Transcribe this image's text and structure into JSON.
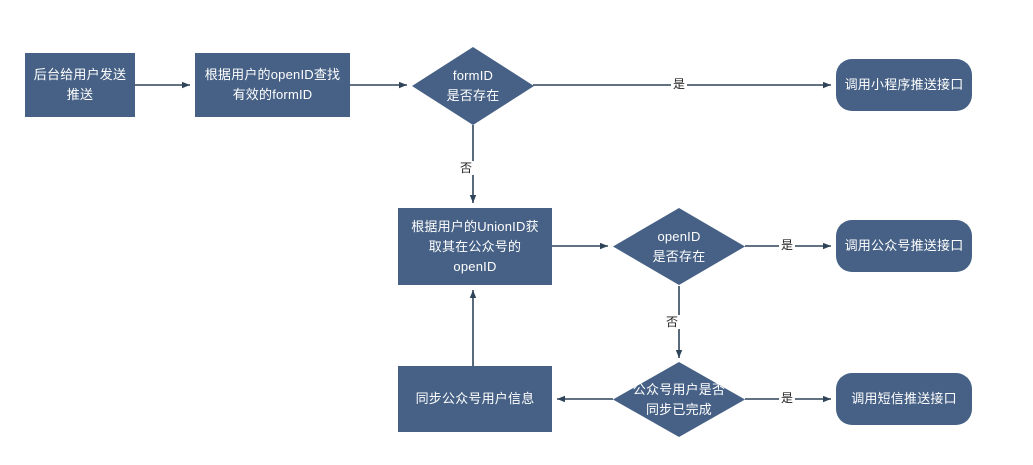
{
  "diagram": {
    "title": "push-notification-flowchart",
    "colors": {
      "node_fill": "#466185",
      "node_text": "#ffffff",
      "edge_line": "#2f4458",
      "background": "#ffffff",
      "edge_label_text": "#1d1d1d"
    },
    "nodes": [
      {
        "id": "start",
        "shape": "rect",
        "lines": [
          "后台给用户发送",
          "推送"
        ],
        "text": "后台给用户发送推送"
      },
      {
        "id": "find-formid",
        "shape": "rect",
        "lines": [
          "根据用户的openID查找",
          "有效的formID"
        ],
        "text": "根据用户的openID查找有效的formID"
      },
      {
        "id": "formid-exists",
        "shape": "diamond",
        "lines": [
          "formID",
          "是否存在"
        ],
        "text": "formID是否存在"
      },
      {
        "id": "call-miniprogram-push",
        "shape": "rounded",
        "lines": [
          "调用小程序推送接口"
        ],
        "text": "调用小程序推送接口"
      },
      {
        "id": "get-openid-by-unionid",
        "shape": "rect",
        "lines": [
          "根据用户的UnionID获",
          "取其在公众号的",
          "openID"
        ],
        "text": "根据用户的UnionID获取其在公众号的openID"
      },
      {
        "id": "openid-exists",
        "shape": "diamond",
        "lines": [
          "openID",
          "是否存在"
        ],
        "text": "openID是否存在"
      },
      {
        "id": "call-official-account-push",
        "shape": "rounded",
        "lines": [
          "调用公众号推送接口"
        ],
        "text": "调用公众号推送接口"
      },
      {
        "id": "sync-user-info",
        "shape": "rect",
        "lines": [
          "同步公众号用户信息"
        ],
        "text": "同步公众号用户信息"
      },
      {
        "id": "sync-finished",
        "shape": "diamond",
        "lines": [
          "公众号用户是否",
          "同步已完成"
        ],
        "text": "公众号用户是否同步已完成"
      },
      {
        "id": "call-sms-push",
        "shape": "rounded",
        "lines": [
          "调用短信推送接口"
        ],
        "text": "调用短信推送接口"
      }
    ],
    "edge_labels": {
      "formid_yes": "是",
      "formid_no": "否",
      "openid_yes": "是",
      "openid_no": "否",
      "sync_yes": "是"
    }
  }
}
